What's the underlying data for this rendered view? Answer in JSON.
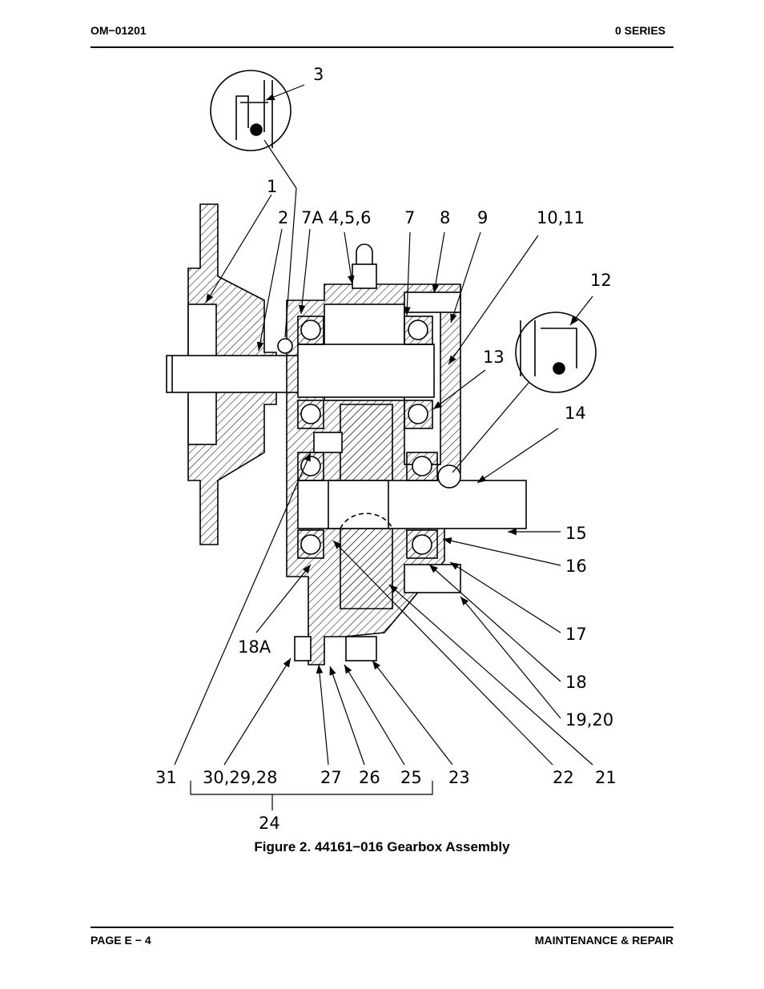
{
  "header": {
    "doc_number": "OM−01201",
    "series": "0 SERIES"
  },
  "figure": {
    "caption": "Figure 2. 44161−016 Gearbox Assembly",
    "callouts": {
      "c1": "1",
      "c2": "2",
      "c3": "3",
      "c7a": "7A",
      "c456": "4,5,6",
      "c7": "7",
      "c8": "8",
      "c9": "9",
      "c1011": "10,11",
      "c12": "12",
      "c13": "13",
      "c14": "14",
      "c15": "15",
      "c16": "16",
      "c17": "17",
      "c18": "18",
      "c1920": "19,20",
      "c18a": "18A",
      "c31": "31",
      "c302928": "30,29,28",
      "c27": "27",
      "c26": "26",
      "c25": "25",
      "c23": "23",
      "c22": "22",
      "c21": "21",
      "c24": "24"
    }
  },
  "footer": {
    "page": "PAGE E − 4",
    "section": "MAINTENANCE & REPAIR"
  }
}
